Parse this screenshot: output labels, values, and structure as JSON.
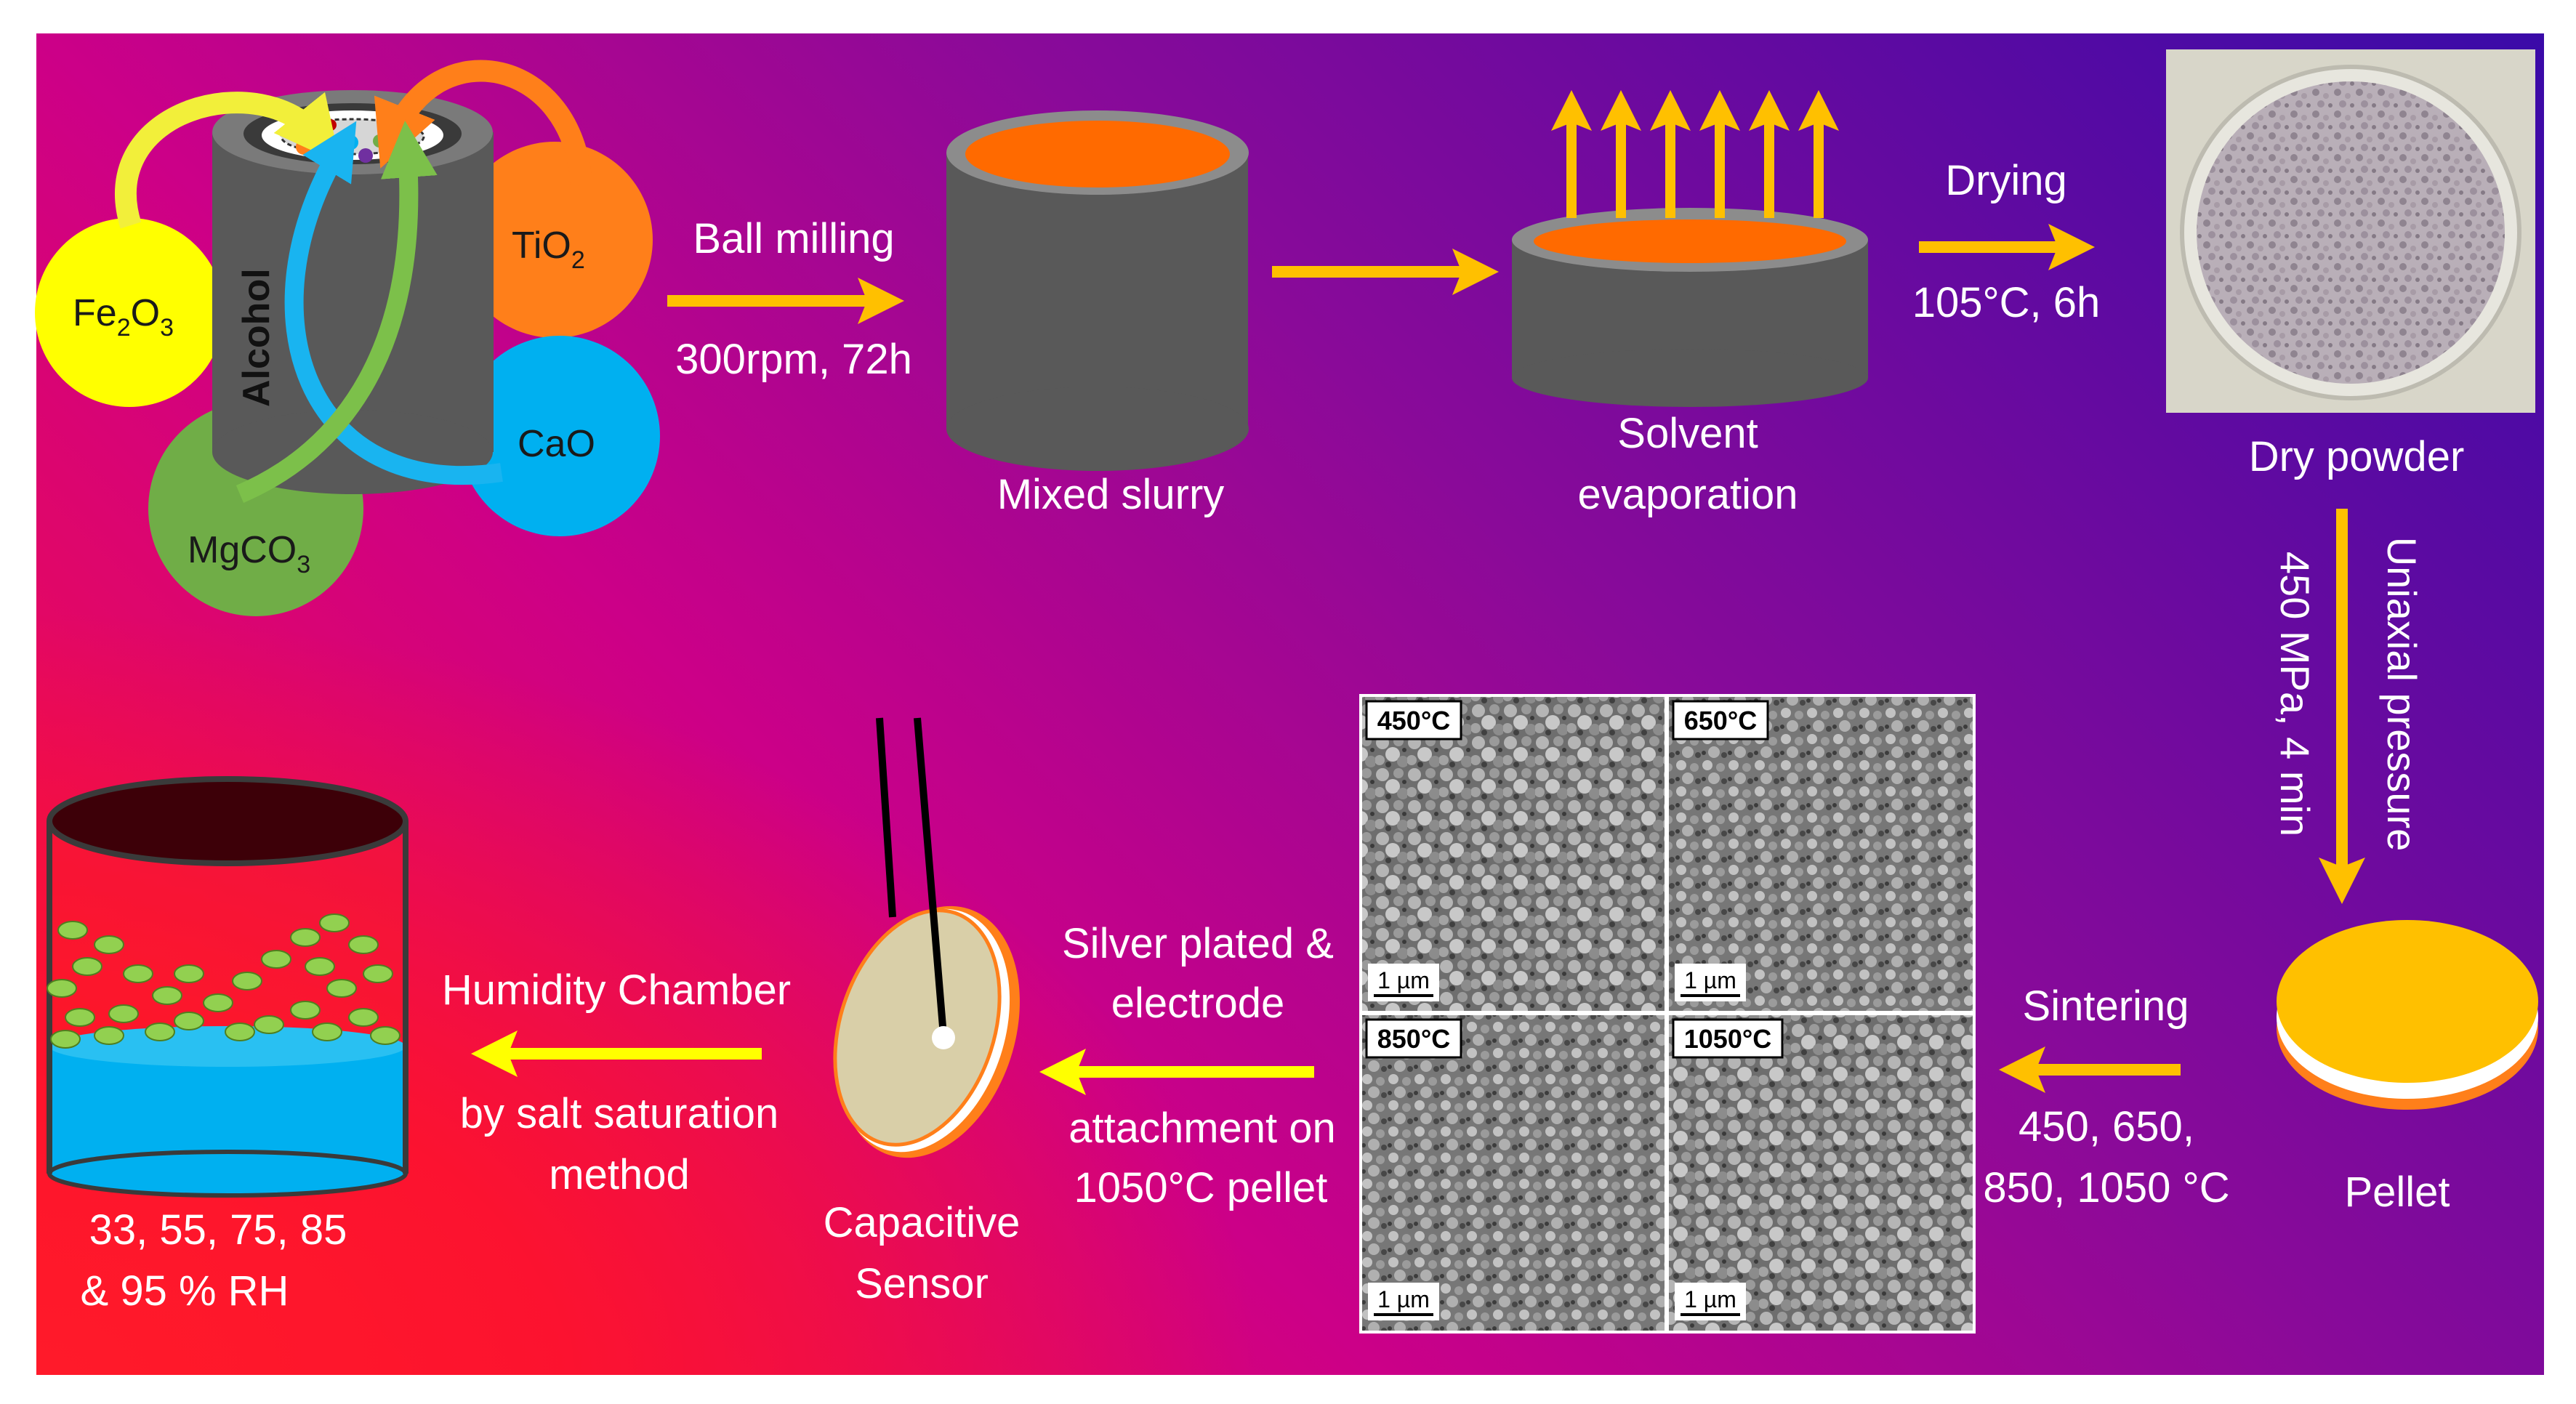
{
  "colors": {
    "arrow": "#ffc000",
    "fe2o3": "#ffff00",
    "tio2": "#ff7f1a",
    "cao": "#00b0f0",
    "mgco3": "#70ad47",
    "jar": "#595959",
    "slurry": "#ff6a00",
    "pellet": "#ffc000",
    "sensor_disc": "#d9cfa8",
    "chamber_liquid": "#00b0f0",
    "chamber_beads": "#92d050"
  },
  "reagents": {
    "fe2o3": {
      "base": "Fe",
      "s1": "2",
      "mid": "O",
      "s2": "3"
    },
    "tio2": {
      "base": "TiO",
      "s1": "2"
    },
    "cao": "CaO",
    "mgco3": {
      "base": "MgCO",
      "s1": "3"
    },
    "jar_label": "Alcohol"
  },
  "steps": {
    "ball_milling": {
      "label": "Ball milling",
      "params": "300rpm, 72h"
    },
    "mixed_slurry": "Mixed slurry",
    "solvent_line1": "Solvent",
    "solvent_line2": "evaporation",
    "drying": {
      "label": "Drying",
      "params": "105°C, 6h"
    },
    "dry_powder": "Dry powder",
    "uniaxial_line1": "Uniaxial pressure",
    "uniaxial_line2": "450 MPa, 4 min",
    "pellet": "Pellet",
    "sintering": {
      "label": "Sintering",
      "params_line1": "450, 650,",
      "params_line2": "850, 1050 °C"
    },
    "silver_line1": "Silver plated &",
    "silver_line2": "electrode",
    "attach_line1": "attachment on",
    "attach_line2": "1050°C pellet",
    "sensor_line1": "Capacitive",
    "sensor_line2": "Sensor",
    "humidity_line1": "Humidity Chamber",
    "humidity_line2": "by salt saturation",
    "humidity_line3": "method",
    "rh_line1": "33, 55, 75, 85",
    "rh_line2": "& 95 % RH"
  },
  "sem": {
    "panels": [
      "450°C",
      "650°C",
      "850°C",
      "1050°C"
    ],
    "scale": "1 µm"
  }
}
